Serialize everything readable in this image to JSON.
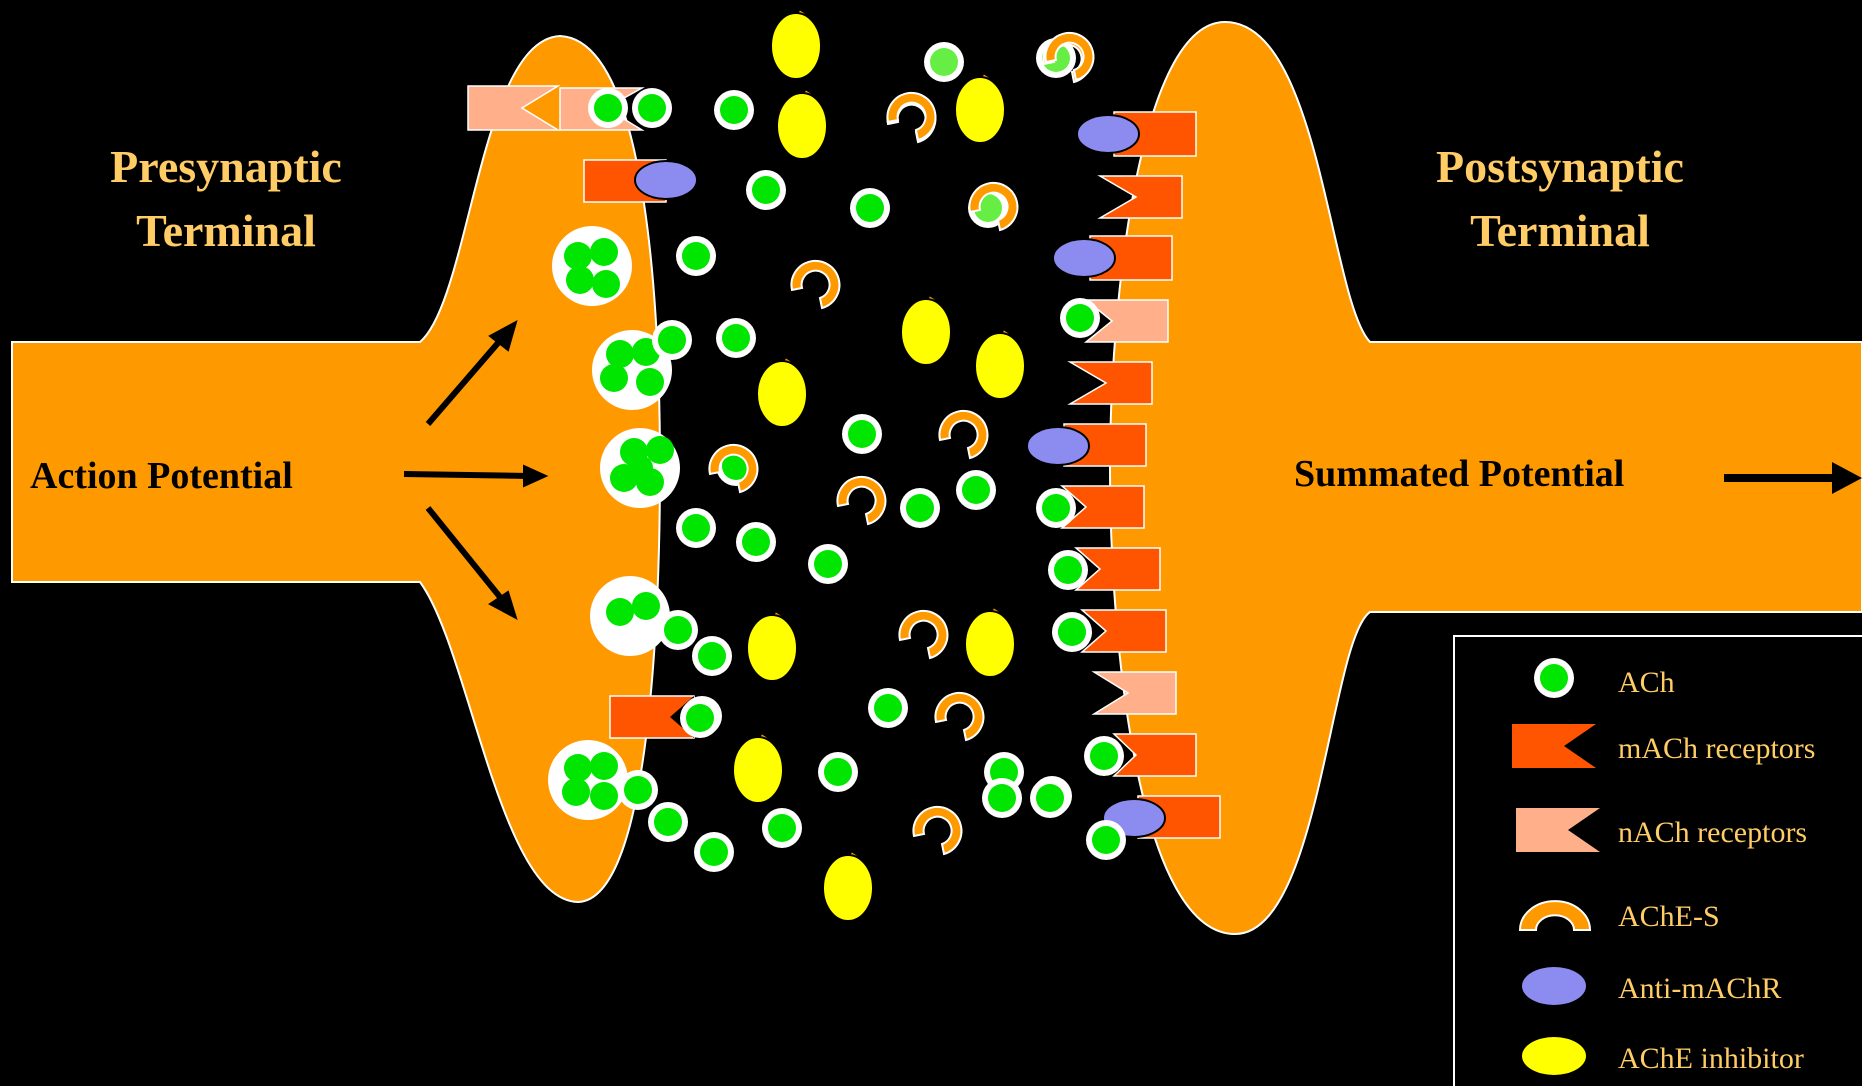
{
  "labels": {
    "presynaptic_line1": "Presynaptic",
    "presynaptic_line2": "Terminal",
    "postsynaptic_line1": "Postsynaptic",
    "postsynaptic_line2": "Terminal",
    "action_potential": "Action Potential",
    "summated_potential": "Summated Potential"
  },
  "legend": {
    "items": [
      {
        "label": "ACh",
        "icon": "ach-molecule-icon"
      },
      {
        "label": "mACh receptors",
        "icon": "machr-receptor-icon"
      },
      {
        "label": "nACh receptors",
        "icon": "nachr-receptor-icon"
      },
      {
        "label": "AChE-S",
        "icon": "ache-s-icon"
      },
      {
        "label": "Anti-mAChR",
        "icon": "anti-machr-icon"
      },
      {
        "label": "AChE inhibitor",
        "icon": "ache-inhibitor-icon"
      }
    ]
  },
  "colors": {
    "background": "#000000",
    "terminal": "#FF9900",
    "label_text": "#FFCC66",
    "body_text": "#000000",
    "ach": "#00E600",
    "machr": "#FF5500",
    "nachr": "#FFB08A",
    "ache_s": "#FF9900",
    "anti_machr": "#8C8CF0",
    "ache_inhibitor": "#FFFF00",
    "legend_text": "#FFCC66"
  }
}
